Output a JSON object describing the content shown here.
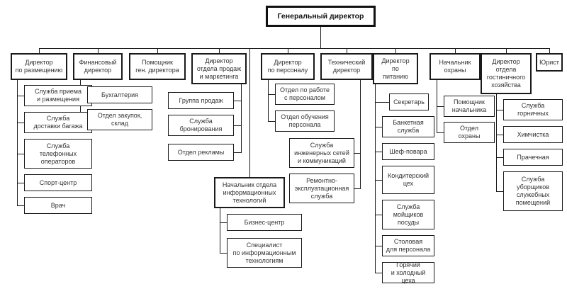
{
  "diagram": {
    "type": "org-chart",
    "language": "ru",
    "colors": {
      "box_border": "#1a1a1a",
      "box_background": "#ffffff",
      "text": "#333333",
      "line": "#1a1a1a"
    },
    "nodes": {
      "ceo": "Генеральный директор",
      "accommodation": "Директор\nпо размещению",
      "finance": "Финансовый\nдиректор",
      "assistant": "Помощник\nген. директора",
      "sales": "Директор\nотдела продаж\nи маркетинга",
      "hr": "Директор\nпо персоналу",
      "tech": "Технический\nдиректор",
      "food": "Директор\nпо\nпитанию",
      "security": "Начальник\nохраны",
      "housekeeping": "Директор\nотдела\nгостиничного\nхозяйства",
      "lawyer": "Юрист",
      "it_head": "Начальник отдела\nинформационных\nтехнологий",
      "reception": "Служба приема\nи размещения",
      "baggage": "Служба\nдоставки багажа",
      "phone_operators": "Служба\nтелефонных\nоператоров",
      "sport_center": "Спорт-центр",
      "doctor": "Врач",
      "accounting": "Бухгалтерия",
      "purchasing": "Отдел закупок,\nсклад",
      "sales_group": "Группа продаж",
      "booking": "Служба\nбронирования",
      "advertising": "Отдел рекламы",
      "hr_department": "Отдел по работе\nс персоналом",
      "training": "Отдел обучения\nперсонала",
      "engineering": "Служба\nинженерных сетей\nи коммуникаций",
      "maintenance": "Ремонтно-\nэксплуатационная\nслужба",
      "secretary": "Секретарь",
      "banquet": "Банкетная\nслужба",
      "chefs": "Шеф-повара",
      "confectionery": "Кондитерский\nцех",
      "dishwashers": "Служба\nмойщиков\nпосуды",
      "staff_canteen": "Столовая\nдля персонала",
      "hot_cold_shops": "Горячий\nи холодный цеха",
      "security_assistant": "Помощник\nначальника",
      "security_department": "Отдел\nохраны",
      "maids": "Служба\nгорничных",
      "dry_cleaning": "Химчистка",
      "laundry": "Прачечная",
      "cleaners": "Служба\nуборщиков\nслужебных\nпомещений",
      "business_center": "Бизнес-центр",
      "it_specialist": "Специалист\nпо информационным\nтехнологиям"
    },
    "hierarchy": {
      "ceo": [
        "accommodation",
        "finance",
        "assistant",
        "sales",
        "hr",
        "tech",
        "food",
        "security",
        "housekeeping",
        "lawyer",
        "it_head"
      ],
      "accommodation": [
        "reception",
        "baggage",
        "phone_operators",
        "sport_center",
        "doctor"
      ],
      "finance": [
        "accounting",
        "purchasing"
      ],
      "sales": [
        "sales_group",
        "booking",
        "advertising"
      ],
      "hr": [
        "hr_department",
        "training"
      ],
      "tech": [
        "engineering",
        "maintenance"
      ],
      "food": [
        "secretary",
        "banquet",
        "chefs",
        "confectionery",
        "dishwashers",
        "staff_canteen",
        "hot_cold_shops"
      ],
      "security": [
        "security_assistant",
        "security_department"
      ],
      "housekeeping": [
        "maids",
        "dry_cleaning",
        "laundry",
        "cleaners"
      ],
      "it_head": [
        "business_center",
        "it_specialist"
      ]
    }
  }
}
